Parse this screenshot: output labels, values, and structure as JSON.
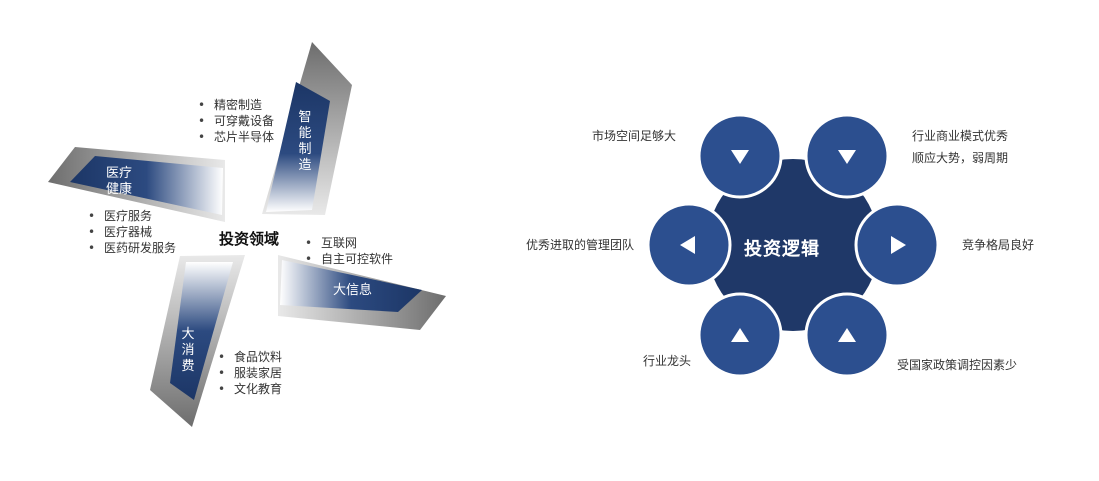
{
  "left_diagram": {
    "center_title": "投资领域",
    "petals": [
      {
        "label": "智能制造",
        "items": [
          "精密制造",
          "可穿戴设备",
          "芯片半导体"
        ]
      },
      {
        "label": "医疗健康",
        "items": [
          "医疗服务",
          "医疗器械",
          "医药研发服务"
        ]
      },
      {
        "label": "大信息",
        "items": [
          "互联网",
          "自主可控软件"
        ]
      },
      {
        "label": "大消费",
        "items": [
          "食品饮料",
          "服装家居",
          "文化教育"
        ]
      }
    ]
  },
  "right_diagram": {
    "hub_title": "投资逻辑",
    "satellites": [
      {
        "text": "市场空间足够大",
        "icon": "triangle-down-icon"
      },
      {
        "text": "行业商业模式优秀",
        "text2": "顺应大势，弱周期",
        "icon": "triangle-down-icon"
      },
      {
        "text": "优秀进取的管理团队",
        "icon": "triangle-left-icon"
      },
      {
        "text": "竞争格局良好",
        "icon": "triangle-right-icon"
      },
      {
        "text": "行业龙头",
        "icon": "triangle-up-icon"
      },
      {
        "text": "受国家政策调控因素少",
        "icon": "triangle-up-icon"
      }
    ],
    "colors": {
      "hub": "#1f3868",
      "satellite": "#2c4f8f",
      "satellite_ring": "#ffffff"
    }
  },
  "colors": {
    "petal_dark": "#1c3666",
    "petal_light": "#ffffff",
    "petal_shadow": "#7a7a7a"
  }
}
